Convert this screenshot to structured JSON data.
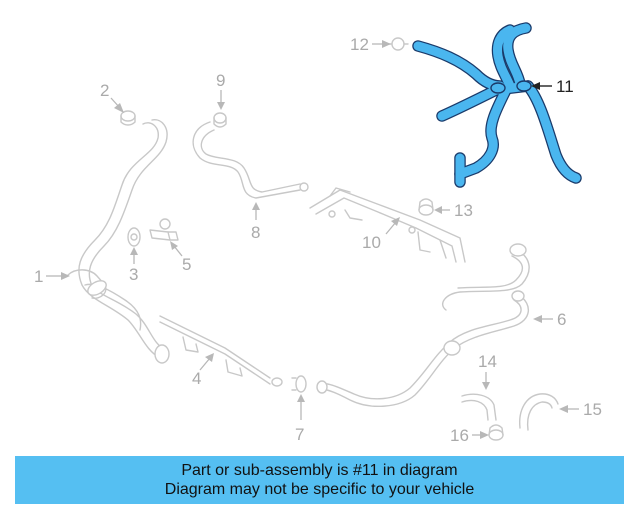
{
  "diagram": {
    "callouts": [
      "1",
      "2",
      "3",
      "4",
      "5",
      "6",
      "7",
      "8",
      "9",
      "10",
      "11",
      "12",
      "13",
      "14",
      "15",
      "16"
    ],
    "highlighted_part": "11",
    "highlight_color": "#4ab6ef",
    "outline_color": "#1a3a6a",
    "ghost_color": "#c8c8c8"
  },
  "banner": {
    "line1": "Part or sub-assembly is #11 in diagram",
    "line2": "Diagram may not be specific to your vehicle",
    "background": "#55bff2"
  }
}
